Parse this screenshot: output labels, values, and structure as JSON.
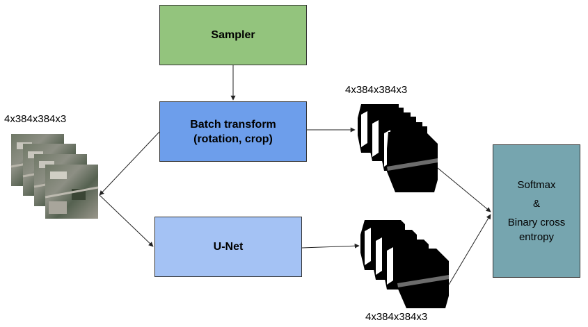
{
  "nodes": {
    "sampler": "Sampler",
    "batch_transform": [
      "Batch transform",
      "(rotation, crop)"
    ],
    "unet": "U-Net",
    "softmax": [
      "Softmax",
      "&",
      "Binary cross",
      "entropy"
    ]
  },
  "dims": {
    "input": "4x384x384x3",
    "transformed_mask": "4x384x384x3",
    "predicted_mask": "4x384x384x3"
  },
  "colors": {
    "sampler": "#93c47d",
    "batch_transform": "#6d9eeb",
    "unet": "#a4c2f4",
    "softmax": "#76a5af"
  }
}
